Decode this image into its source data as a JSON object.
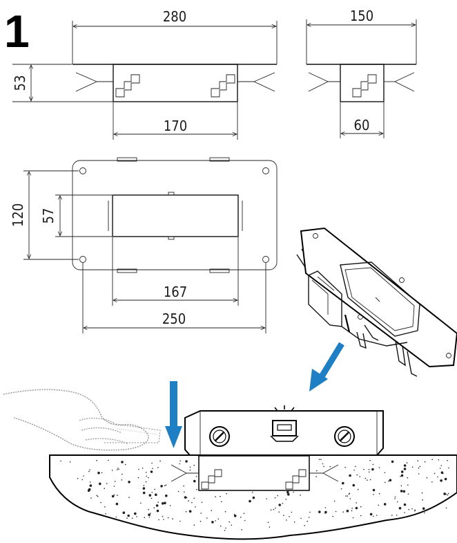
{
  "step_number": "1",
  "front_view": {
    "top_width": "280",
    "height": "53",
    "box_width": "170"
  },
  "side_view": {
    "top_width": "150",
    "box_width": "60"
  },
  "plan_view": {
    "height": "120",
    "inner_height": "57",
    "inner_width": "167",
    "hole_spacing": "250"
  },
  "colors": {
    "arrow": "#1f7fc4",
    "line": "#222222"
  },
  "icons": [
    "spirit-level-icon",
    "hand-icon",
    "down-arrow-icon",
    "diagonal-arrow-icon"
  ]
}
